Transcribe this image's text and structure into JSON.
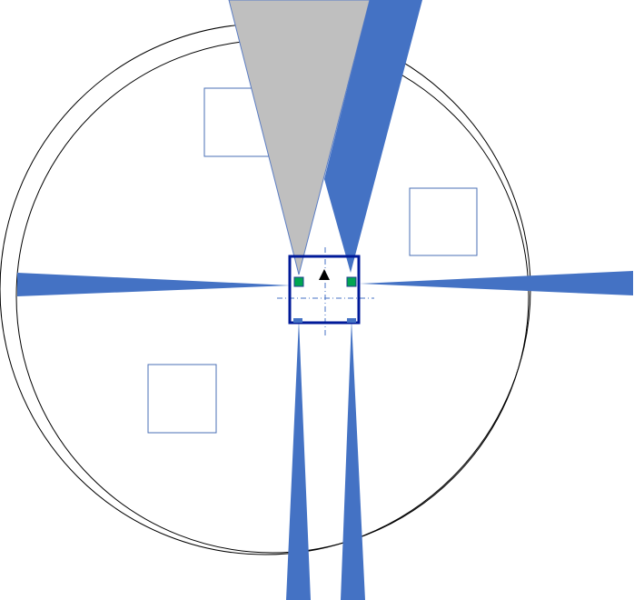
{
  "colors": {
    "background": "#ffffff",
    "outline": "#000000",
    "probe_blue": "#4472c4",
    "probe_gray": "#bfbfbf",
    "probe_gray_edge": "#5b7dc4",
    "die_frame": "#001a99",
    "pad_green": "#00a651",
    "pad_edge": "#1f3f8f",
    "crosshair": "#4472c4",
    "marker": "#000000",
    "square_outline": "#4a6fb5"
  },
  "icons": {
    "orientation_marker": "triangle-up-icon"
  },
  "components": {
    "wafer": "wafer-outer-ring",
    "chuck": "chuck-inner-circle",
    "die": "die-under-test",
    "test_sites": 3,
    "probe_needles": 6,
    "contact_pads": 4
  }
}
